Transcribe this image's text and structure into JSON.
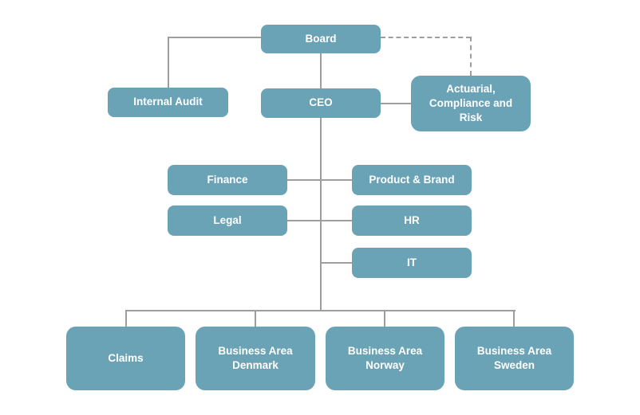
{
  "diagram": {
    "type": "org-chart",
    "nodes": {
      "board": {
        "label": "Board"
      },
      "internal_audit": {
        "label": "Internal Audit"
      },
      "ceo": {
        "label": "CEO"
      },
      "actuarial": {
        "label": "Actuarial, Compliance and Risk"
      },
      "finance": {
        "label": "Finance"
      },
      "product_brand": {
        "label": "Product & Brand"
      },
      "legal": {
        "label": "Legal"
      },
      "hr": {
        "label": "HR"
      },
      "it": {
        "label": "IT"
      },
      "claims": {
        "label": "Claims"
      },
      "business_area_denmark": {
        "label": "Business Area Denmark"
      },
      "business_area_norway": {
        "label": "Business Area Norway"
      },
      "business_area_sweden": {
        "label": "Business Area Sweden"
      }
    },
    "edges": [
      {
        "from": "board",
        "to": "internal_audit",
        "style": "solid"
      },
      {
        "from": "board",
        "to": "ceo",
        "style": "solid"
      },
      {
        "from": "board",
        "to": "actuarial",
        "style": "dashed"
      },
      {
        "from": "ceo",
        "to": "actuarial",
        "style": "solid"
      },
      {
        "from": "ceo",
        "to": "finance",
        "style": "solid"
      },
      {
        "from": "ceo",
        "to": "product_brand",
        "style": "solid"
      },
      {
        "from": "ceo",
        "to": "legal",
        "style": "solid"
      },
      {
        "from": "ceo",
        "to": "hr",
        "style": "solid"
      },
      {
        "from": "ceo",
        "to": "it",
        "style": "solid"
      },
      {
        "from": "ceo",
        "to": "claims",
        "style": "solid"
      },
      {
        "from": "ceo",
        "to": "business_area_denmark",
        "style": "solid"
      },
      {
        "from": "ceo",
        "to": "business_area_norway",
        "style": "solid"
      },
      {
        "from": "ceo",
        "to": "business_area_sweden",
        "style": "solid"
      }
    ]
  },
  "colors": {
    "node_fill": "#6ba3b6",
    "node_text": "#ffffff",
    "connector": "#9e9e9e",
    "background": "#ffffff"
  }
}
